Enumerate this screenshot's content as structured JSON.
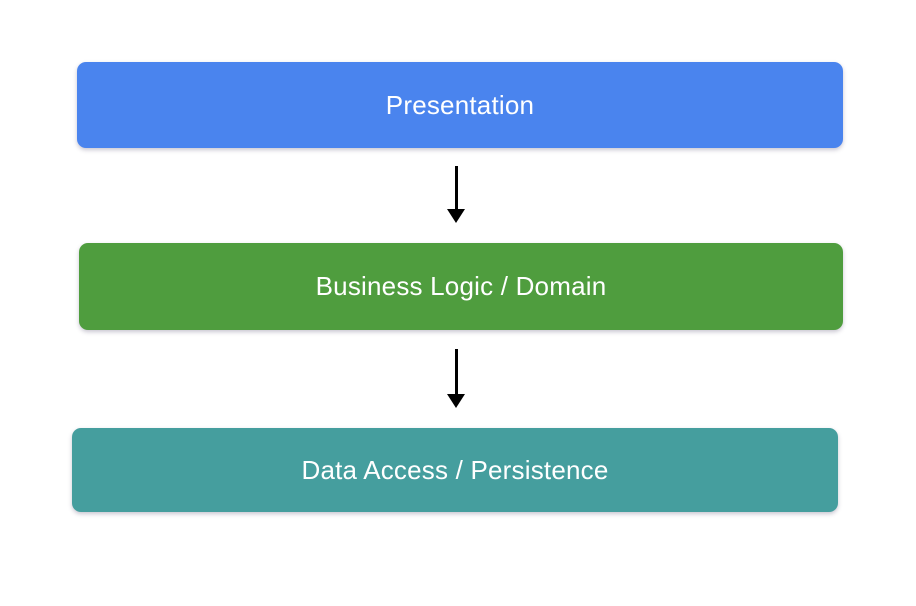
{
  "diagram": {
    "background_color": "#ffffff",
    "text_color": "#ffffff",
    "arrow_color": "#000000",
    "layers": [
      {
        "label": "Presentation",
        "fill_color": "#4a84ee"
      },
      {
        "label": "Business Logic / Domain",
        "fill_color": "#4f9d3e"
      },
      {
        "label": "Data Access / Persistence",
        "fill_color": "#459e9e"
      }
    ],
    "arrows": [
      {
        "from": "Presentation",
        "to": "Business Logic / Domain"
      },
      {
        "from": "Business Logic / Domain",
        "to": "Data Access / Persistence"
      }
    ]
  }
}
